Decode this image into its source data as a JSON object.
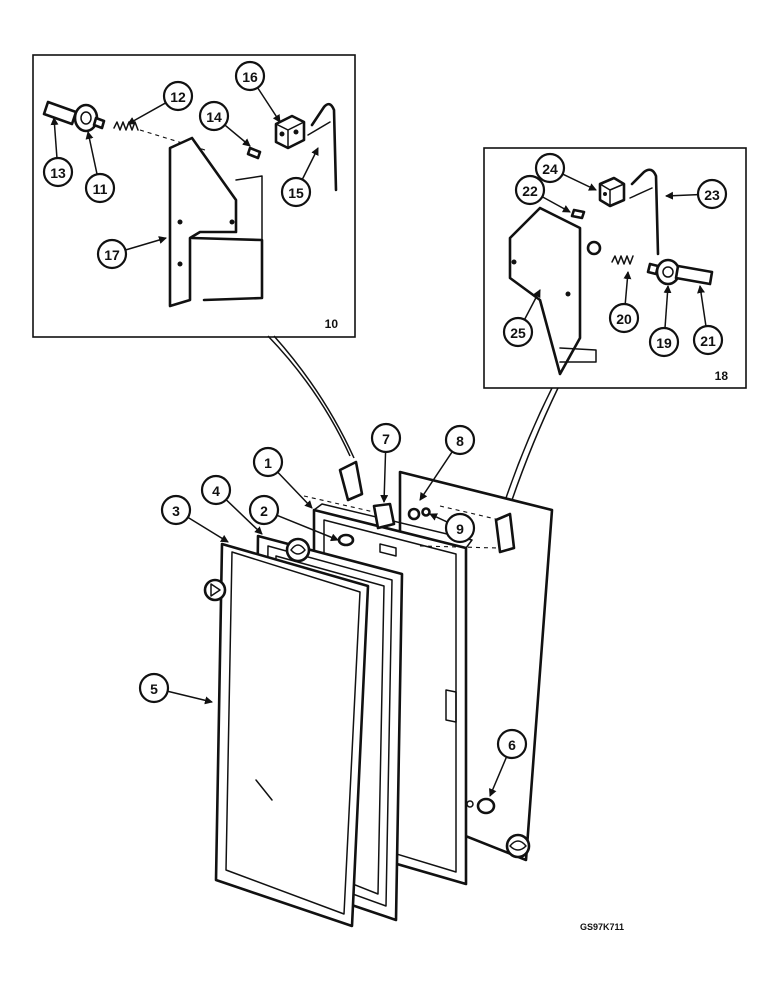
{
  "diagram": {
    "drawing_id": "GS97K711",
    "detail_left_label": "10",
    "detail_right_label": "18",
    "callouts": [
      "1",
      "2",
      "3",
      "4",
      "5",
      "6",
      "7",
      "8",
      "9",
      "11",
      "12",
      "13",
      "14",
      "15",
      "16",
      "17",
      "19",
      "20",
      "21",
      "22",
      "23",
      "24",
      "25"
    ]
  }
}
